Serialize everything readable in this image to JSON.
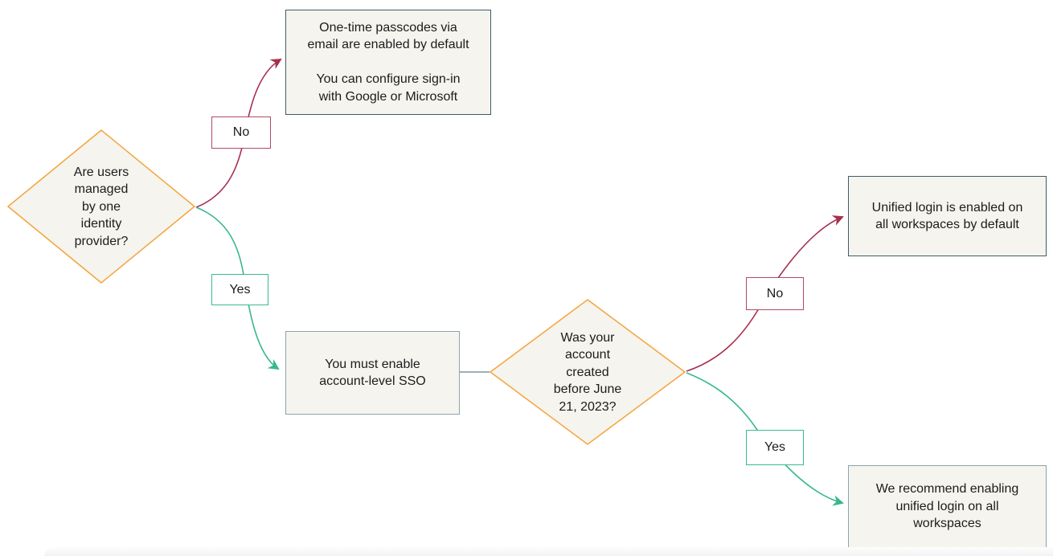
{
  "colors": {
    "decision-border": "#F5A43C",
    "no-border": "#B04A63",
    "yes-border": "#3ABB92",
    "arrow-no": "#A6304E",
    "arrow-yes": "#38B78E",
    "box-border-dark": "#3D5C66",
    "box-border-light": "#8CA4AD",
    "connector": "#8CA4AD",
    "node-fill": "#F5F4EE",
    "label-fill": "#FFFFFF",
    "text": "#1C1C1C"
  },
  "flowchart": {
    "decision1_text": "Are users\nmanaged\nby one\nidentity\nprovider?",
    "no1_label": "No",
    "otp_text": "One-time passcodes via\nemail are enabled by default\n\nYou can configure sign-in\nwith Google or Microsoft",
    "yes1_label": "Yes",
    "sso_text": "You must enable\naccount-level SSO",
    "decision2_text": "Was your\naccount\ncreated\nbefore June\n21, 2023?",
    "no2_label": "No",
    "unified_text": "Unified login is enabled on\nall workspaces by default",
    "yes2_label": "Yes",
    "recommend_text": "We recommend enabling\nunified login on all\nworkspaces"
  },
  "edges": [
    {
      "from": "decision-users-managed",
      "label": "No",
      "to": "outcome-one-time-passcodes"
    },
    {
      "from": "decision-users-managed",
      "label": "Yes",
      "to": "outcome-enable-sso"
    },
    {
      "from": "outcome-enable-sso",
      "label": "",
      "to": "decision-account-created"
    },
    {
      "from": "decision-account-created",
      "label": "No",
      "to": "outcome-unified-login-default"
    },
    {
      "from": "decision-account-created",
      "label": "Yes",
      "to": "outcome-recommend-unified-login"
    }
  ]
}
